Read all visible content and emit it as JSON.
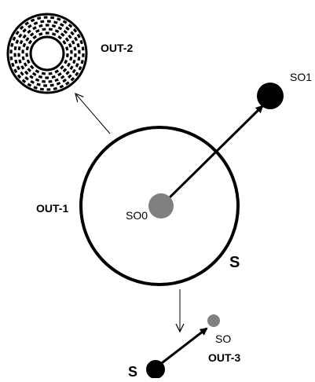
{
  "labels": {
    "out1": "OUT-1",
    "out2": "OUT-2",
    "out3": "OUT-3",
    "so0": "SO0",
    "so1": "SO1",
    "so_small": "SO",
    "s_main": "S",
    "s_bottom": "S"
  },
  "colors": {
    "ink": "#000000",
    "grey_dot": "#808080"
  }
}
